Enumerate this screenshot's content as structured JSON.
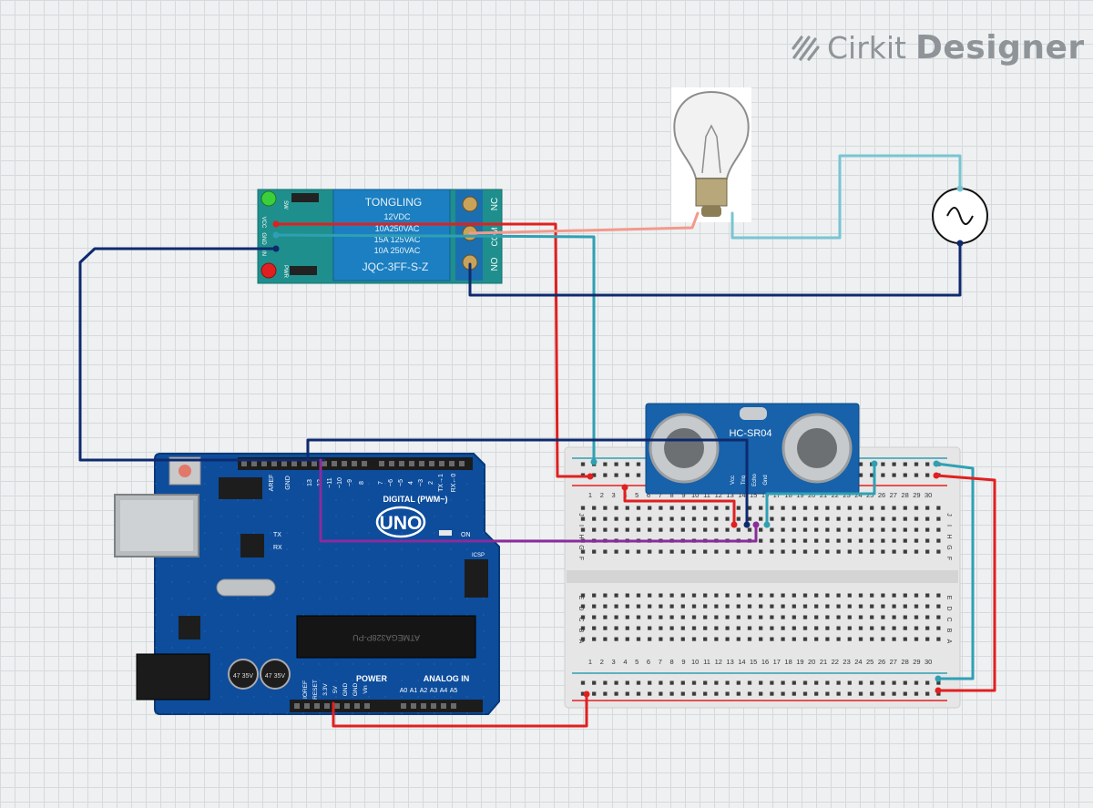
{
  "app": {
    "brand_name": "Cirkit",
    "brand_product": "Designer"
  },
  "relay": {
    "brand": "TONGLING",
    "coil": "12VDC",
    "rating_1": "10A250VAC",
    "rating_2": "15A 125VAC",
    "rating_3": "10A 250VAC",
    "model": "JQC-3FF-S-Z",
    "term_nc": "NC",
    "term_com": "COM",
    "term_no": "NO",
    "pin_vcc": "VCC",
    "pin_gnd": "GND",
    "pin_in": "IN",
    "sw_label": "SW",
    "pwr_label": "PWR"
  },
  "sensor": {
    "label": "HC-SR04",
    "pins": [
      "Vcc",
      "Trig",
      "Echo",
      "Gnd"
    ]
  },
  "arduino": {
    "model": "UNO",
    "digital_label": "DIGITAL (PWM~)",
    "power_label": "POWER",
    "analog_label": "ANALOG IN",
    "on_label": "ON",
    "tx": "TX",
    "rx": "RX",
    "aref": "AREF",
    "gnd": "GND",
    "icsp": "ICSP",
    "chip": "ATMEGA328P-PU",
    "power_pins": [
      "IOREF",
      "RESET",
      "3.3V",
      "5V",
      "GND",
      "GND",
      "Vin"
    ],
    "analog_pins": [
      "A0",
      "A1",
      "A2",
      "A3",
      "A4",
      "A5"
    ],
    "digital_pins": [
      "13",
      "12",
      "~11",
      "~10",
      "~9",
      "8",
      "7",
      "~6",
      "~5",
      "4",
      "~3",
      "2",
      "TX→1",
      "RX←0"
    ],
    "cap_label": "47 35V"
  },
  "breadboard": {
    "rows_top": [
      "J",
      "I",
      "H",
      "G",
      "F"
    ],
    "rows_bottom": [
      "E",
      "D",
      "C",
      "B",
      "A"
    ],
    "column_count": 30
  },
  "colors": {
    "wire_red": "#e02020",
    "wire_teal": "#2fa0b4",
    "wire_navy": "#0e2a6e",
    "wire_salmon": "#f29a8c",
    "wire_purple": "#8a2c9c",
    "board_blue": "#0d4d9c",
    "relay_blue": "#1b7fc1",
    "sensor_blue": "#1762aa"
  }
}
